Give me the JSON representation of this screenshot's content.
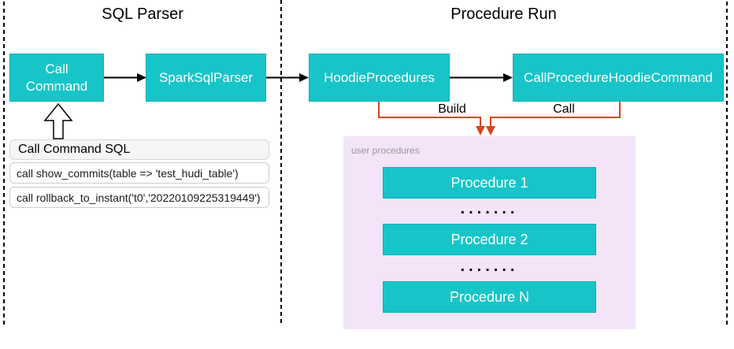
{
  "sections": {
    "sql_parser": {
      "title": "SQL Parser"
    },
    "procedure_run": {
      "title": "Procedure Run"
    }
  },
  "nodes": {
    "call_command": {
      "label": "Call Command"
    },
    "spark_sql_parser": {
      "label": "SparkSqlParser"
    },
    "hoodie_procedures": {
      "label": "HoodieProcedures"
    },
    "call_procedure_hoodie_command": {
      "label": "CallProcedureHoodieCommand"
    }
  },
  "edges": {
    "build_label": "Build",
    "call_label": "Call"
  },
  "sql_panel": {
    "header": "Call Command SQL",
    "rows": [
      "call show_commits(table => 'test_hudi_table')",
      "call rollback_to_instant('t0','20220109225319449')"
    ]
  },
  "user_procedures": {
    "label": "user procedures",
    "items": [
      "Procedure 1",
      "Procedure 2",
      "Procedure N"
    ],
    "dots": "......."
  },
  "colors": {
    "node_teal": "#17C5C8",
    "connector_orange": "#D2491C",
    "panel_purple": "#F4E4F8",
    "panel_label_gray": "#999999",
    "arrow_black": "#000000"
  }
}
